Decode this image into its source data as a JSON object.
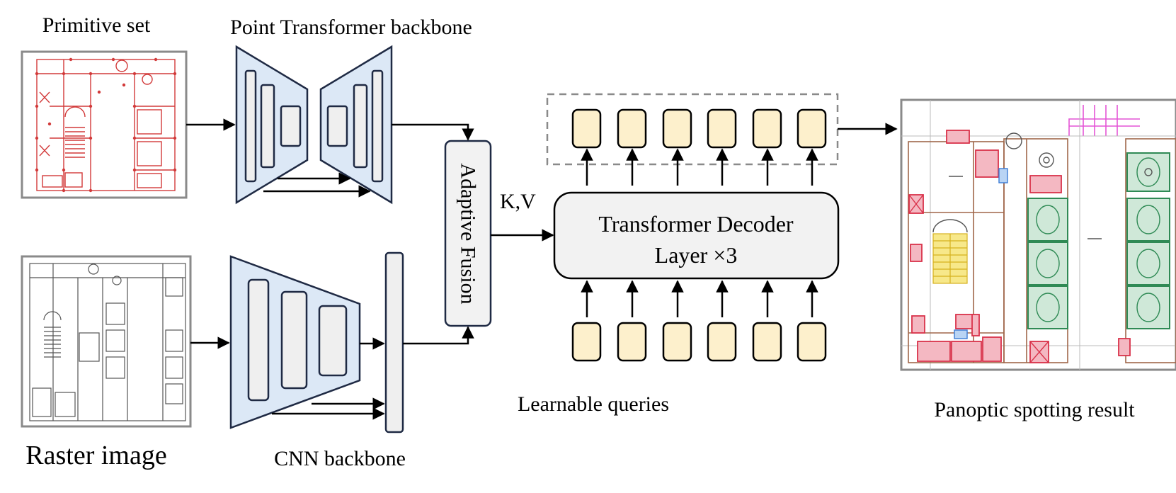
{
  "labels": {
    "primitive_set": "Primitive set",
    "point_backbone": "Point Transformer backbone",
    "raster_image": "Raster image",
    "cnn_backbone": "CNN backbone",
    "adaptive_fusion": "Adaptive Fusion",
    "kv": "K,V",
    "decoder_line1": "Transformer Decoder",
    "decoder_line2": "Layer ×3",
    "learnable_queries": "Learnable queries",
    "result": "Panoptic spotting result"
  },
  "colors": {
    "encoder_fill": "#dce8f6",
    "encoder_stroke": "#1f2a44",
    "feature_fill": "#efefef",
    "query_fill": "#fdf0cc",
    "decoder_fill": "#f2f2f2",
    "plan_red": "#d9324a",
    "plan_green": "#2f8a55",
    "plan_yellow": "#f2d64a",
    "plan_magenta": "#e455d6"
  }
}
